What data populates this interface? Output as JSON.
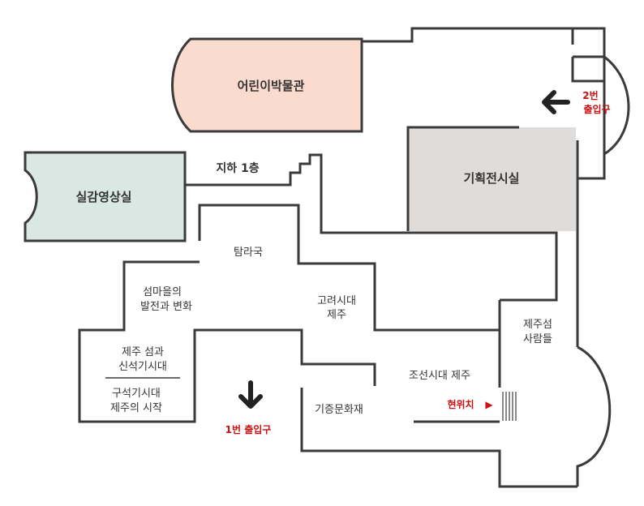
{
  "rooms": {
    "children_museum": "어린이박물관",
    "immersive_theater": "실감영상실",
    "special_exhibition": "기획전시실"
  },
  "floor_label": "지하 1층",
  "galleries": {
    "tamra": "탐라국",
    "island_village": [
      "섬마을의",
      "발전과 변화"
    ],
    "goryeo": [
      "고려시대",
      "제주"
    ],
    "neolithic": [
      "제주 섬과",
      "신석기시대"
    ],
    "paleolithic": [
      "구석기시대",
      "제주의 시작"
    ],
    "joseon": "조선시대 제주",
    "jeju_people": [
      "제주섬",
      "사람들"
    ],
    "donations": "기증문화재"
  },
  "markers": {
    "current_location": "현위치",
    "current_location_glyph": "▶",
    "entrance_1": "1번 출입구",
    "entrance_2": [
      "2번",
      "출입구"
    ]
  },
  "colors": {
    "children_museum_fill": "#fadbcd",
    "immersive_theater_fill": "#d9e8e3",
    "special_exhibition_fill": "#e0dcd9",
    "wall": "#3a3a3a",
    "marker_red": "#cc1111"
  },
  "icons": {
    "entrance_1": "arrow-down-icon",
    "entrance_2": "arrow-left-icon",
    "current_location": "stairs-icon"
  }
}
